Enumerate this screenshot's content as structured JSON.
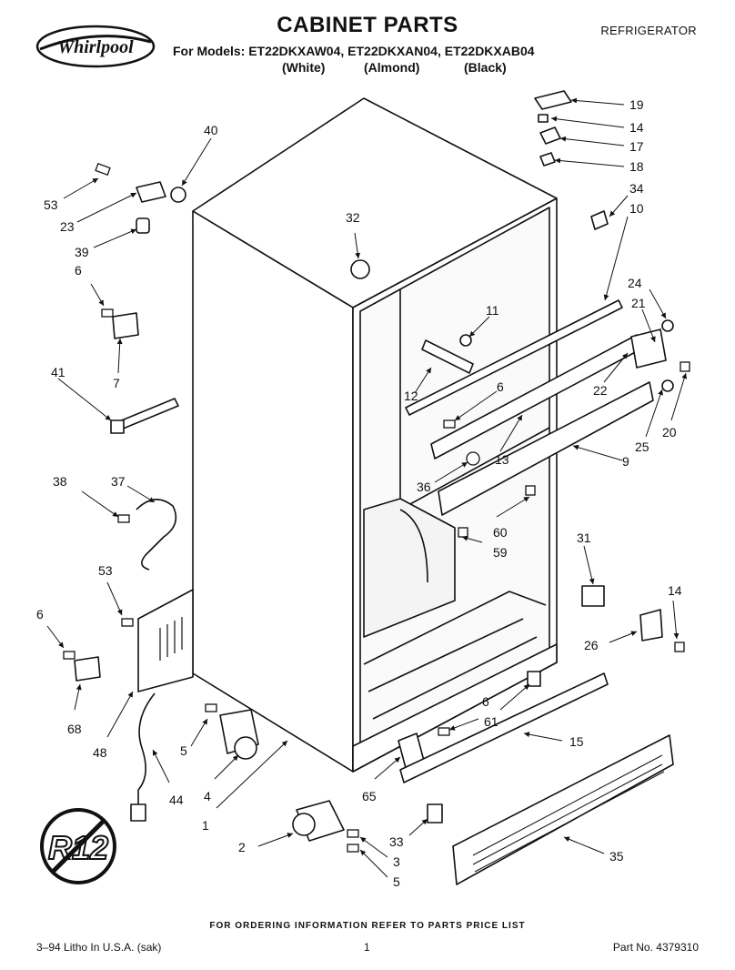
{
  "header": {
    "brand": "Whirlpool",
    "title": "CABINET PARTS",
    "appliance": "REFRIGERATOR",
    "models_line": "For Models: ET22DKXAW04, ET22DKXAN04, ET22DKXAB04",
    "variants": [
      "(White)",
      "(Almond)",
      "(Black)"
    ]
  },
  "badge": {
    "text": "R12"
  },
  "callouts": [
    "1",
    "2",
    "3",
    "4",
    "5",
    "6",
    "7",
    "9",
    "10",
    "11",
    "12",
    "13",
    "14",
    "15",
    "17",
    "18",
    "19",
    "20",
    "21",
    "22",
    "23",
    "24",
    "25",
    "26",
    "31",
    "32",
    "33",
    "34",
    "35",
    "36",
    "37",
    "38",
    "39",
    "40",
    "41",
    "44",
    "48",
    "53",
    "59",
    "60",
    "61",
    "65",
    "68"
  ],
  "footer": {
    "order_note": "FOR ORDERING INFORMATION REFER TO PARTS PRICE LIST",
    "print_info": "3–94 Litho In U.S.A. (sak)",
    "page": "1",
    "part_number": "Part No. 4379310"
  },
  "colors": {
    "ink": "#111111",
    "paper": "#ffffff"
  }
}
